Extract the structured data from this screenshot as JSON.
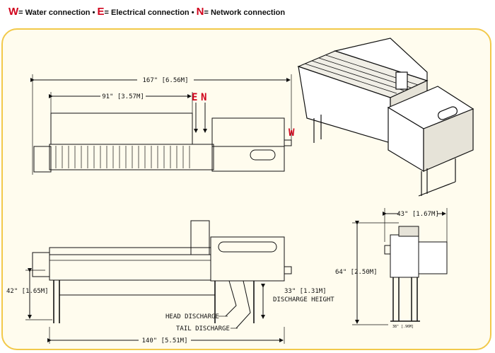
{
  "legend": {
    "w_key": "W",
    "w_text": "= Water connection",
    "e_key": "E",
    "e_text": "= Electrical connection",
    "n_key": "N",
    "n_text": "= Network connection",
    "separator": "•"
  },
  "top_view": {
    "overall_length": "167\" [6.56M]",
    "section_length": "91\" [3.57M]",
    "e_marker": "E",
    "n_marker": "N",
    "w_marker": "W"
  },
  "side_view": {
    "height": "42\" [1.65M]",
    "discharge_height_value": "33\" [1.31M]",
    "discharge_height_label": "DISCHARGE HEIGHT",
    "head_discharge": "HEAD DISCHARGE",
    "tail_discharge": "TAIL DISCHARGE",
    "length": "140\" [5.51M]"
  },
  "end_view": {
    "width": "43\" [1.67M]",
    "height": "64\" [2.50M]",
    "base_label": "38\" [.96M]"
  },
  "colors": {
    "accent_red": "#d0021b",
    "panel_border": "#f2c94a",
    "panel_fill": "#fffcee",
    "line": "#111111"
  }
}
